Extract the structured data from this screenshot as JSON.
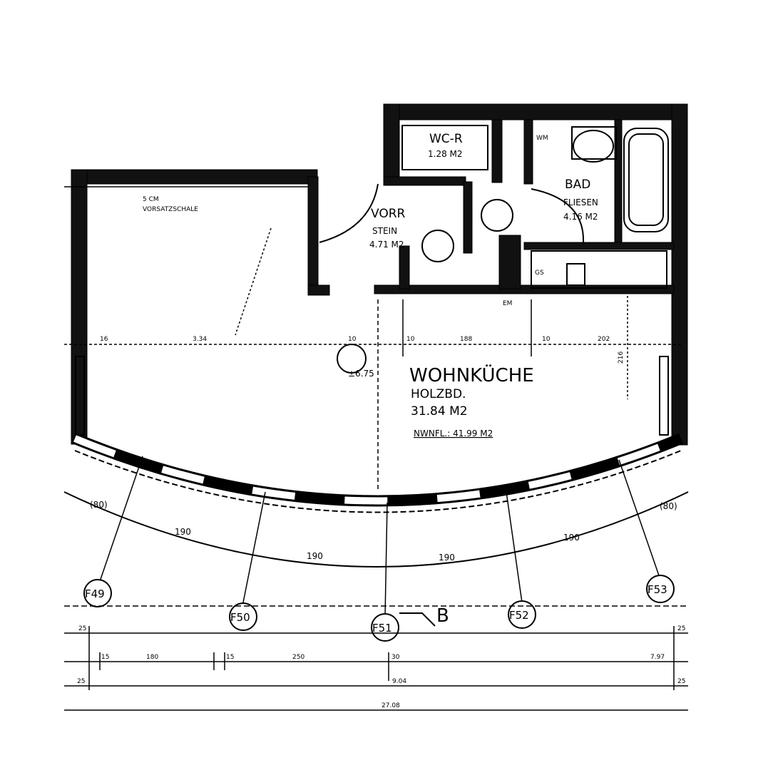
{
  "rooms": {
    "wc": {
      "name": "WC-R",
      "area": "1.28 M2"
    },
    "vorraum": {
      "name": "VORR",
      "floor": "STEIN",
      "area": "4.71 M2"
    },
    "bad": {
      "name": "BAD",
      "floor": "FLIESEN",
      "area": "4.16 M2"
    },
    "wohnkueche": {
      "name": "WOHNKÜCHE",
      "floor": "HOLZBD.",
      "area": "31.84 M2",
      "usable_area": "NWNFL.: 41.99 M2"
    }
  },
  "notes": {
    "vorsatzschale_thickness": "5 CM",
    "vorsatzschale": "VORSATZSCHALE",
    "level": "±6.75",
    "wm": "WM",
    "em": "EM",
    "gs": "GS"
  },
  "axes": [
    "F49",
    "F50",
    "F51",
    "F52",
    "F53"
  ],
  "section_marker": "B",
  "dimensions": {
    "room_widths": [
      "16",
      "3.34",
      "10",
      "10",
      "188",
      "10",
      "202"
    ],
    "room_height": "216",
    "arc_segments": [
      "(80)",
      "190",
      "190",
      "190",
      "190",
      "(80)"
    ],
    "chain1": [
      "25",
      "25"
    ],
    "chain2": [
      "15",
      "180",
      "15",
      "250",
      "30",
      "7.97"
    ],
    "chain3": [
      "25",
      "9.04",
      "25"
    ],
    "total": "27.08"
  },
  "colors": {
    "ink": "#000000",
    "paper": "#ffffff"
  }
}
